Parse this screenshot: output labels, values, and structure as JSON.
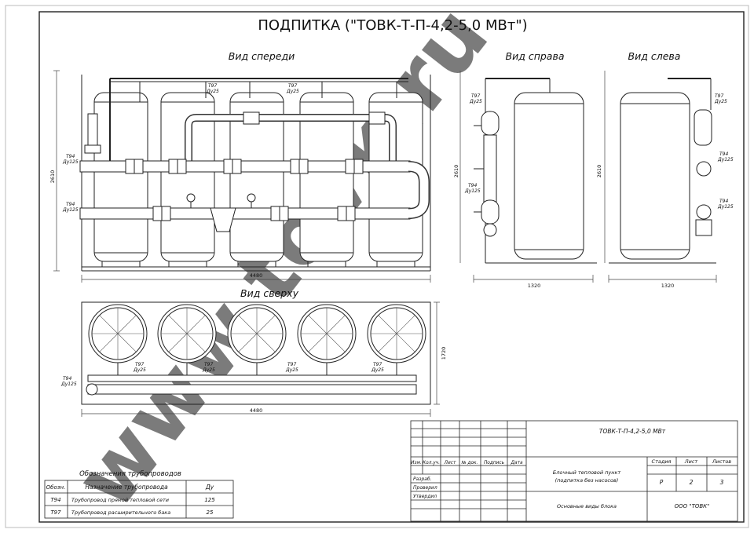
{
  "title": "ПОДПИТКА (\"ТОВК-Т-П-4,2-5,0 МВт\")",
  "views": {
    "front": "Вид спереди",
    "right": "Вид справа",
    "left": "Вид слева",
    "top": "Вид сверху"
  },
  "pipe_tags": {
    "t97": "Т97",
    "t94": "Т94",
    "du25": "Ду25",
    "du125": "Ду125"
  },
  "dimensions": {
    "front_width": "4480",
    "front_height": "2610",
    "right_width": "1320",
    "right_height": "2610",
    "left_width": "1320",
    "left_height": "2610",
    "top_width": "4480",
    "top_depth": "1720"
  },
  "watermark": "www.tovk.ru",
  "legend": {
    "caption": "Обозначения трубопроводов",
    "headers": [
      "Обозн.",
      "Назначение трубопровода",
      "Ду"
    ],
    "rows": [
      [
        "Т94",
        "Трубопровод прямой тепловой сети",
        "125"
      ],
      [
        "Т97",
        "Трубопровод расширительного бака",
        "25"
      ]
    ]
  },
  "stamp": {
    "doc_code": "ТОВК-Т-П-4,2-5,0 МВт",
    "col_headers": [
      "Изм.",
      "Кол.уч.",
      "Лист",
      "№ док.",
      "Подпись",
      "Дата"
    ],
    "roles": [
      "Разраб.",
      "Проверил",
      "Утвердил"
    ],
    "object_line1": "Блочный тепловой пункт",
    "object_line2": "(подпитка без насосов)",
    "sheet_title": "Основные виды блока",
    "stage_label": "Стадия",
    "sheet_label": "Лист",
    "sheets_label": "Листов",
    "stage_value": "Р",
    "sheet_value": "2",
    "sheets_value": "3",
    "company": "ООО \"ТОВК\""
  }
}
